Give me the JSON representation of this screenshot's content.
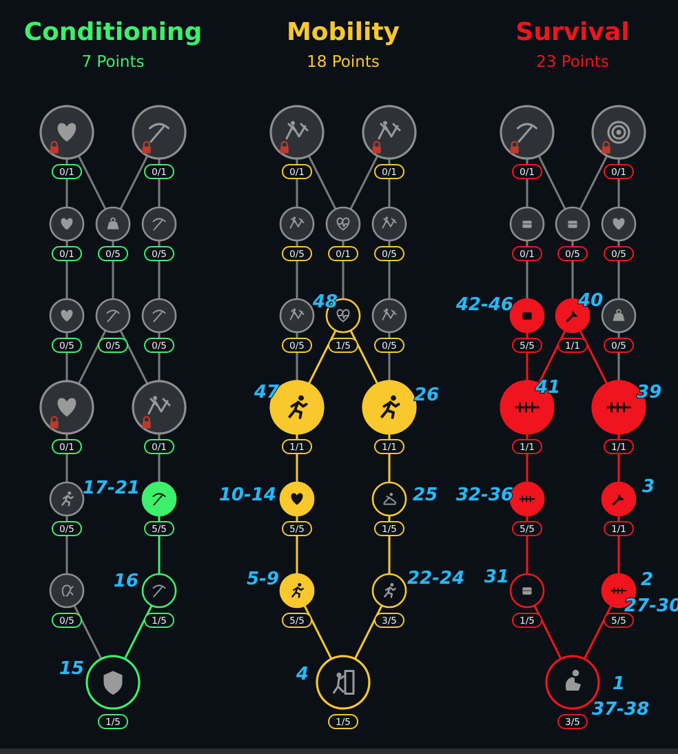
{
  "colors": {
    "background": "#0a1016",
    "inactive": "#8e8e8e",
    "inactive_fill": "#2e3237",
    "lock": "#c0392b",
    "annotation": "#2ab8f2"
  },
  "trees": [
    {
      "id": "conditioning",
      "title": "Conditioning",
      "points_label": "7 Points",
      "color": "#3cf06c",
      "nodes": [
        {
          "id": "t1a",
          "icon": "heart-icon",
          "rank": "0/1",
          "size": "large",
          "active": false,
          "locked": true,
          "annotation": ""
        },
        {
          "id": "t1b",
          "icon": "pickaxe-icon",
          "rank": "0/1",
          "size": "large",
          "active": false,
          "locked": true,
          "annotation": ""
        },
        {
          "id": "r2a",
          "icon": "heart-icon",
          "rank": "0/1",
          "size": "small",
          "active": false,
          "locked": false,
          "annotation": ""
        },
        {
          "id": "r2b",
          "icon": "weight-icon",
          "rank": "0/5",
          "size": "small",
          "active": false,
          "locked": false,
          "annotation": ""
        },
        {
          "id": "r2c",
          "icon": "pickaxe-icon",
          "rank": "0/5",
          "size": "small",
          "active": false,
          "locked": false,
          "annotation": ""
        },
        {
          "id": "r3a",
          "icon": "heart-icon",
          "rank": "0/5",
          "size": "small",
          "active": false,
          "locked": false,
          "annotation": ""
        },
        {
          "id": "r3b",
          "icon": "pickaxe-icon",
          "rank": "0/5",
          "size": "small",
          "active": false,
          "locked": false,
          "annotation": ""
        },
        {
          "id": "r3c",
          "icon": "pickaxe-icon",
          "rank": "0/5",
          "size": "small",
          "active": false,
          "locked": false,
          "annotation": ""
        },
        {
          "id": "r4a",
          "icon": "heart-icon",
          "rank": "0/1",
          "size": "large",
          "active": false,
          "locked": true,
          "annotation": ""
        },
        {
          "id": "r4b",
          "icon": "climb-icon",
          "rank": "0/1",
          "size": "large",
          "active": false,
          "locked": true,
          "annotation": ""
        },
        {
          "id": "r5a",
          "icon": "run-icon",
          "rank": "0/5",
          "size": "small",
          "active": false,
          "locked": false,
          "annotation": ""
        },
        {
          "id": "r5b",
          "icon": "pickaxe-icon",
          "rank": "5/5",
          "size": "small",
          "active": true,
          "filled": true,
          "locked": false,
          "annotation": "17-21"
        },
        {
          "id": "r6a",
          "icon": "ear-icon",
          "rank": "0/5",
          "size": "small",
          "active": false,
          "locked": false,
          "annotation": ""
        },
        {
          "id": "r6b",
          "icon": "pickaxe-icon",
          "rank": "1/5",
          "size": "small",
          "active": true,
          "filled": false,
          "locked": false,
          "annotation": "16"
        },
        {
          "id": "root",
          "icon": "shield-icon",
          "rank": "1/5",
          "size": "root",
          "active": true,
          "filled": false,
          "locked": false,
          "annotation": "15"
        }
      ]
    },
    {
      "id": "mobility",
      "title": "Mobility",
      "points_label": "18 Points",
      "color": "#f8c82c",
      "nodes": [
        {
          "id": "t1a",
          "icon": "climb-icon",
          "rank": "0/1",
          "size": "large",
          "active": false,
          "locked": true,
          "annotation": ""
        },
        {
          "id": "t1b",
          "icon": "climb-icon",
          "rank": "0/1",
          "size": "large",
          "active": false,
          "locked": true,
          "annotation": ""
        },
        {
          "id": "r2a",
          "icon": "climb-icon",
          "rank": "0/5",
          "size": "small",
          "active": false,
          "locked": false,
          "annotation": ""
        },
        {
          "id": "r2b",
          "icon": "heartbeat-icon",
          "rank": "0/1",
          "size": "small",
          "active": false,
          "locked": false,
          "annotation": ""
        },
        {
          "id": "r2c",
          "icon": "climb-icon",
          "rank": "0/5",
          "size": "small",
          "active": false,
          "locked": false,
          "annotation": ""
        },
        {
          "id": "r3a",
          "icon": "climb-icon",
          "rank": "0/5",
          "size": "small",
          "active": false,
          "locked": false,
          "annotation": ""
        },
        {
          "id": "r3b",
          "icon": "heartbeat-icon",
          "rank": "1/5",
          "size": "small",
          "active": true,
          "filled": false,
          "locked": false,
          "annotation": "48"
        },
        {
          "id": "r3c",
          "icon": "climb-icon",
          "rank": "0/5",
          "size": "small",
          "active": false,
          "locked": false,
          "annotation": ""
        },
        {
          "id": "r4a",
          "icon": "run-icon",
          "rank": "1/1",
          "size": "large",
          "active": true,
          "filled": true,
          "locked": false,
          "annotation": "47"
        },
        {
          "id": "r4b",
          "icon": "run-icon",
          "rank": "1/1",
          "size": "large",
          "active": true,
          "filled": true,
          "locked": false,
          "annotation": "26"
        },
        {
          "id": "r5a",
          "icon": "heart-icon",
          "rank": "5/5",
          "size": "small",
          "active": true,
          "filled": true,
          "locked": false,
          "annotation": "10-14"
        },
        {
          "id": "r5b",
          "icon": "slide-icon",
          "rank": "1/5",
          "size": "small",
          "active": true,
          "filled": false,
          "locked": false,
          "annotation": "25"
        },
        {
          "id": "r6a",
          "icon": "run-icon",
          "rank": "5/5",
          "size": "small",
          "active": true,
          "filled": true,
          "locked": false,
          "annotation": "5-9"
        },
        {
          "id": "r6b",
          "icon": "run-icon",
          "rank": "3/5",
          "size": "small",
          "active": true,
          "filled": false,
          "locked": false,
          "annotation": "22-24"
        },
        {
          "id": "root",
          "icon": "wall-climb-icon",
          "rank": "1/5",
          "size": "root",
          "active": true,
          "filled": false,
          "locked": false,
          "annotation": "4"
        }
      ]
    },
    {
      "id": "survival",
      "title": "Survival",
      "points_label": "23 Points",
      "color": "#f0141e",
      "nodes": [
        {
          "id": "t1a",
          "icon": "pickaxe-icon",
          "rank": "0/1",
          "size": "large",
          "active": false,
          "locked": true,
          "annotation": ""
        },
        {
          "id": "t1b",
          "icon": "target-icon",
          "rank": "0/1",
          "size": "large",
          "active": false,
          "locked": true,
          "annotation": ""
        },
        {
          "id": "r2a",
          "icon": "crate-icon",
          "rank": "0/1",
          "size": "small",
          "active": false,
          "locked": false,
          "annotation": ""
        },
        {
          "id": "r2b",
          "icon": "crate-icon",
          "rank": "0/5",
          "size": "small",
          "active": false,
          "locked": false,
          "annotation": ""
        },
        {
          "id": "r2c",
          "icon": "heart-icon",
          "rank": "0/5",
          "size": "small",
          "active": false,
          "locked": false,
          "annotation": ""
        },
        {
          "id": "r3a",
          "icon": "crate-icon",
          "rank": "5/5",
          "size": "small",
          "active": true,
          "filled": true,
          "locked": false,
          "annotation": "42-46"
        },
        {
          "id": "r3b",
          "icon": "wrench-icon",
          "rank": "1/1",
          "size": "small",
          "active": true,
          "filled": true,
          "locked": false,
          "annotation": "40"
        },
        {
          "id": "r3c",
          "icon": "weight-icon",
          "rank": "0/5",
          "size": "small",
          "active": false,
          "locked": false,
          "annotation": ""
        },
        {
          "id": "r4a",
          "icon": "noise-icon",
          "rank": "1/1",
          "size": "large",
          "active": true,
          "filled": true,
          "locked": false,
          "annotation": "41"
        },
        {
          "id": "r4b",
          "icon": "noise-icon",
          "rank": "1/1",
          "size": "large",
          "active": true,
          "filled": true,
          "locked": false,
          "annotation": "39"
        },
        {
          "id": "r5a",
          "icon": "noise-icon",
          "rank": "5/5",
          "size": "small",
          "active": true,
          "filled": true,
          "locked": false,
          "annotation": "32-36"
        },
        {
          "id": "r5b",
          "icon": "wrench-icon",
          "rank": "1/1",
          "size": "small",
          "active": true,
          "filled": true,
          "locked": false,
          "annotation": "3"
        },
        {
          "id": "r6a",
          "icon": "crate-icon",
          "rank": "1/5",
          "size": "small",
          "active": true,
          "filled": false,
          "locked": false,
          "annotation": "31"
        },
        {
          "id": "r6b",
          "icon": "noise-icon",
          "rank": "5/5",
          "size": "small",
          "active": true,
          "filled": true,
          "locked": false,
          "annotation": "2"
        },
        {
          "id": "root",
          "icon": "crouch-icon",
          "rank": "3/5",
          "size": "root",
          "active": true,
          "filled": false,
          "locked": false,
          "annotation": "1"
        }
      ],
      "extra_annotations": [
        {
          "node": "r6b",
          "text": "27-30"
        },
        {
          "node": "root",
          "text": "37-38"
        }
      ]
    }
  ]
}
